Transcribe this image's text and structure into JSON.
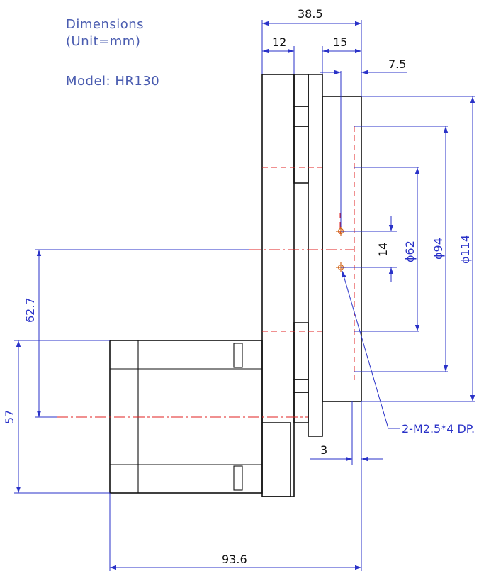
{
  "header": {
    "title": "Dimensions",
    "unit": "(Unit=mm)",
    "model": "Model:  HR130"
  },
  "dimensions": {
    "overall_depth": "38.5",
    "rear_section": "12",
    "flange_depth": "15",
    "offset_right": "7.5",
    "hole_spacing": "14",
    "diameter_small": "ϕ62",
    "diameter_mid": "ϕ94",
    "diameter_large": "ϕ114",
    "center_height": "62.7",
    "motor_height": "57",
    "overall_length": "93.6",
    "step": "3",
    "thread_note": "2-M2.5*4 DP."
  },
  "colors": {
    "dimension": "#2a32c8",
    "outline": "#111111",
    "centerline": "#e02020",
    "hole": "#d2691e"
  }
}
